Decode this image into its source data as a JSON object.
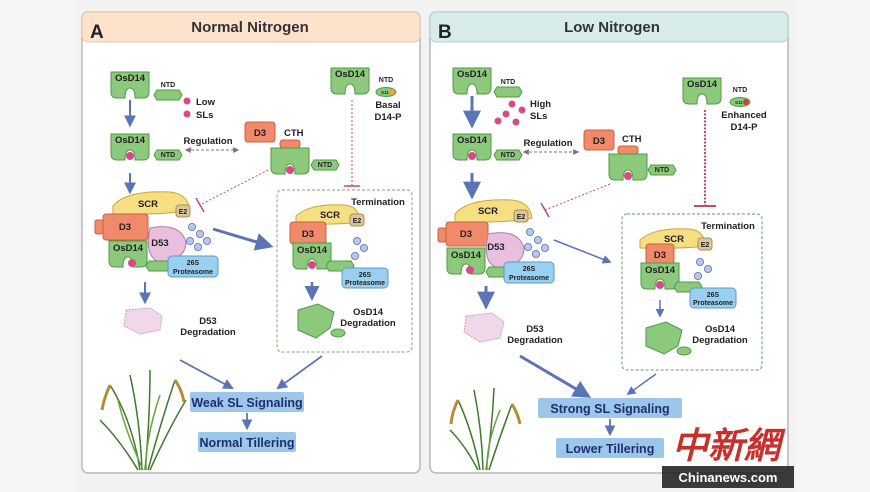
{
  "panels": [
    {
      "letter": "A",
      "title": "Normal Nitrogen",
      "osd14": "OsD14",
      "ntd": "NTD",
      "sl_amount": "Low",
      "sls": "SLs",
      "regulation": "Regulation",
      "d3": "D3",
      "cth": "CTH",
      "scr": "SCR",
      "e2": "E2",
      "d53": "D53",
      "proteasome_26s": "26S",
      "proteasome": "Proteasome",
      "d53_deg_1": "D53",
      "d53_deg_2": "Degradation",
      "termination": "Termination",
      "osd14_deg_1": "OsD14",
      "osd14_deg_2": "Degradation",
      "d14p_1": "Basal",
      "d14p_2": "D14-P",
      "s511": "S11",
      "signaling": "Weak SL Signaling",
      "tillering": "Normal Tillering"
    },
    {
      "letter": "B",
      "title": "Low Nitrogen",
      "osd14": "OsD14",
      "ntd": "NTD",
      "sl_amount": "High",
      "sls": "SLs",
      "regulation": "Regulation",
      "d3": "D3",
      "cth": "CTH",
      "scr": "SCR",
      "e2": "E2",
      "d53": "D53",
      "proteasome_26s": "26S",
      "proteasome": "Proteasome",
      "d53_deg_1": "D53",
      "d53_deg_2": "Degradation",
      "termination": "Termination",
      "osd14_deg_1": "OsD14",
      "osd14_deg_2": "Degradation",
      "d14p_1": "Enhanced",
      "d14p_2": "D14-P",
      "s511": "S11",
      "signaling": "Strong SL Signaling",
      "tillering": "Lower Tillering"
    }
  ],
  "watermark": {
    "chinese": "中新網",
    "site": "Chinanews.com"
  },
  "colors": {
    "panel_a_header": "#fde3cc",
    "panel_b_header": "#d7ecea",
    "osd14": "#8cc97c",
    "d3": "#f08a6a",
    "scr": "#f6de83",
    "d53": "#e9bfe0",
    "proteasome": "#9ad0ef",
    "ub": "#b9c6ea",
    "sl": "#d84a86",
    "signal_box": "#9cc6ea",
    "arrow": "#5b74b6",
    "dashed_red": "#c24a6a"
  }
}
